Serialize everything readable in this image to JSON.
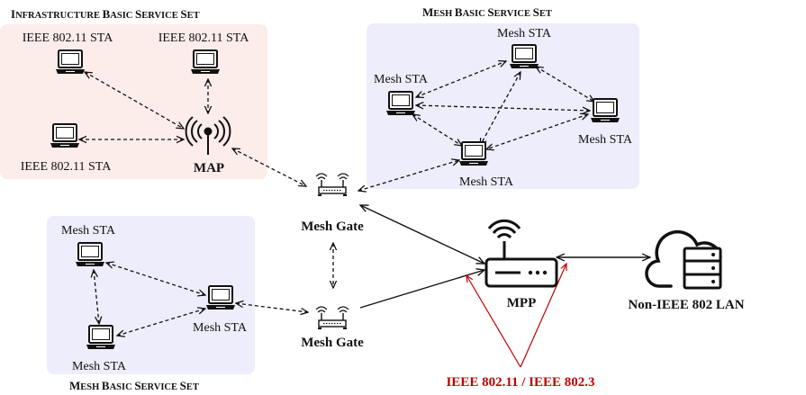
{
  "regions": {
    "infra_bss": {
      "big1": "I",
      "small1": "NFRASTRUCTURE ",
      "big2": "B",
      "small2": "ASIC ",
      "big3": "S",
      "small3": "ERVICE ",
      "big4": "S",
      "small4": "ET",
      "fill": "#fcecea"
    },
    "mesh_bss_top": {
      "big1": "M",
      "small1": "ESH ",
      "big2": "B",
      "small2": "ASIC ",
      "big3": "S",
      "small3": "ERVICE ",
      "big4": "S",
      "small4": "ET",
      "fill": "#ededfb"
    },
    "mesh_bss_bottom": {
      "big1": "M",
      "small1": "ESH ",
      "big2": "B",
      "small2": "ASIC ",
      "big3": "S",
      "small3": "ERVICE ",
      "big4": "S",
      "small4": "ET",
      "fill": "#ededfb"
    }
  },
  "nodes": {
    "sta_infra_1": {
      "label": "IEEE 802.11 STA",
      "icon": "laptop-icon"
    },
    "sta_infra_2": {
      "label": "IEEE 802.11 STA",
      "icon": "laptop-icon"
    },
    "sta_infra_3": {
      "label": "IEEE 802.11 STA",
      "icon": "laptop-icon"
    },
    "map": {
      "label": "MAP",
      "icon": "access-point-icon"
    },
    "mesh_top_1": {
      "label": "Mesh STA",
      "icon": "laptop-icon"
    },
    "mesh_top_2": {
      "label": "Mesh STA",
      "icon": "laptop-icon"
    },
    "mesh_top_3": {
      "label": "Mesh STA",
      "icon": "laptop-icon"
    },
    "mesh_top_4": {
      "label": "Mesh STA",
      "icon": "laptop-icon"
    },
    "gate_1": {
      "label": "Mesh Gate",
      "icon": "router-icon"
    },
    "gate_2": {
      "label": "Mesh Gate",
      "icon": "router-icon"
    },
    "mpp": {
      "label": "MPP",
      "icon": "wifi-router-icon"
    },
    "lan": {
      "label": "Non-IEEE 802 LAN",
      "icon": "cloud-server-icon"
    },
    "mesh_bot_1": {
      "label": "Mesh STA",
      "icon": "laptop-icon"
    },
    "mesh_bot_2": {
      "label": "Mesh STA",
      "icon": "laptop-icon"
    },
    "mesh_bot_3": {
      "label": "Mesh STA",
      "icon": "laptop-icon"
    }
  },
  "annotation": {
    "text": "IEEE 802.11 / IEEE 802.3",
    "color": "#c00000"
  }
}
